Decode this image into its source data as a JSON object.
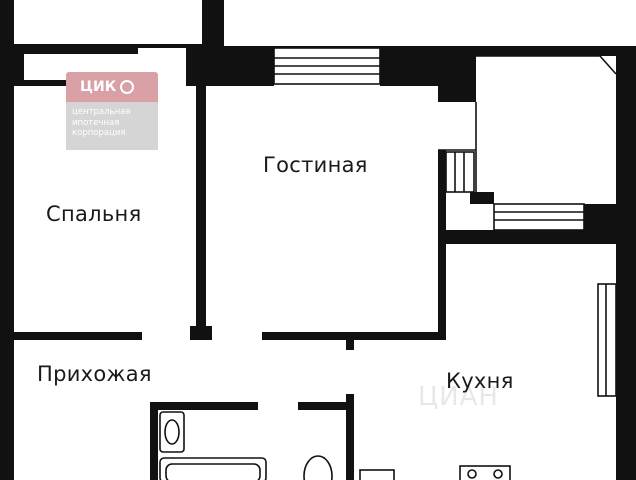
{
  "rooms": {
    "bedroom": "Спальня",
    "living": "Гостиная",
    "hall": "Прихожая",
    "kitchen": "Кухня"
  },
  "logo": {
    "brand": "ЦИК",
    "tagline_line1": "центральная",
    "tagline_line2": "ипотечная",
    "tagline_line3": "корпорация",
    "colors": {
      "top": "#d9a1a5",
      "bottom": "#d5d5d5"
    }
  },
  "watermark": {
    "text": "ЦИАН"
  },
  "colors": {
    "wall": "#111111",
    "background": "#ffffff"
  }
}
